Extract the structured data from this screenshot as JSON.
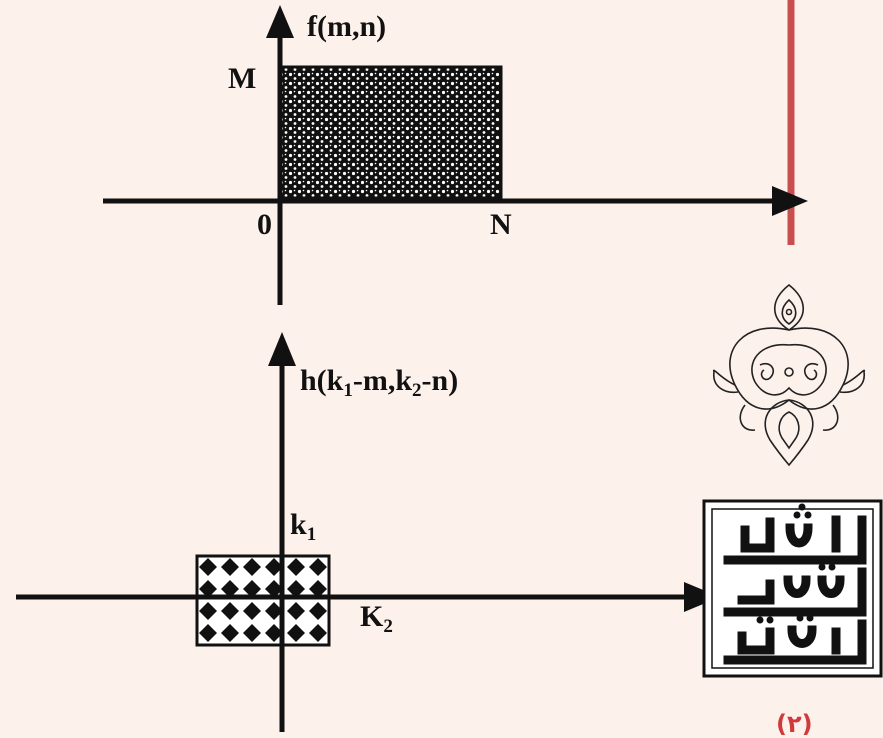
{
  "diagram_top": {
    "function_label": "f(m,n)",
    "y_axis_mark": "M",
    "origin_label": "0",
    "x_axis_mark": "N"
  },
  "diagram_bottom": {
    "function_label_parts": [
      "h(k",
      "1",
      "-m,k",
      "2",
      "-n)"
    ],
    "y_mark_parts": [
      "k",
      "1"
    ],
    "x_mark_parts": [
      "K",
      "2"
    ]
  },
  "logo": {
    "university_text": "دانشگاه شهید بهشتی"
  },
  "page_number": "(۲)",
  "colors": {
    "background": "#fdf1ec",
    "accent_line": "#c94f4f",
    "page_number": "#d13a3a",
    "ink": "#111111"
  }
}
